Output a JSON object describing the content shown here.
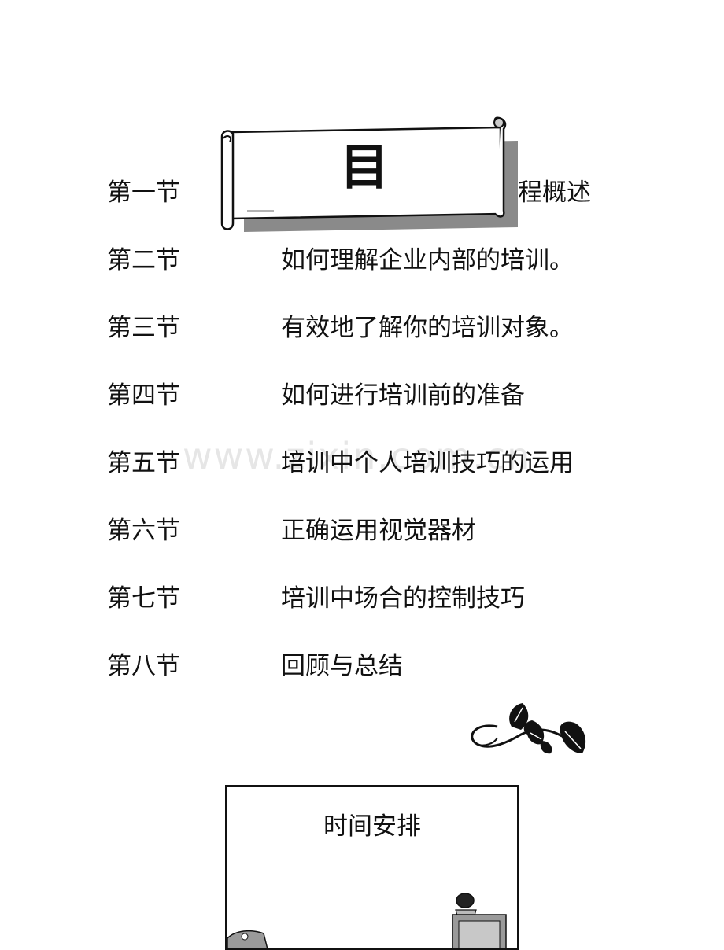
{
  "toc": {
    "banner_char": "目",
    "sections": [
      {
        "label": "第一节",
        "title": "程概述"
      },
      {
        "label": "第二节",
        "title": "如何理解企业内部的培训。"
      },
      {
        "label": "第三节",
        "title": "有效地了解你的培训对象。"
      },
      {
        "label": "第四节",
        "title": "如何进行培训前的准备"
      },
      {
        "label": "第五节",
        "title": "培训中个人培训技巧的运用"
      },
      {
        "label": "第六节",
        "title": "正确运用视觉器材"
      },
      {
        "label": "第七节",
        "title": "培训中场合的控制技巧"
      },
      {
        "label": "第八节",
        "title": "回顾与总结"
      }
    ]
  },
  "watermark": "www.zixin.com.cn",
  "schedule": {
    "title": "时间安排"
  },
  "icons": [
    "scroll-banner-icon",
    "leaf-vine-icon",
    "presentation-clipart-icon"
  ],
  "colors": {
    "ink": "#111111",
    "shadow": "#8a8a8a",
    "watermark": "#e6e6e6",
    "clipart_gray": "#9a9a9a"
  }
}
